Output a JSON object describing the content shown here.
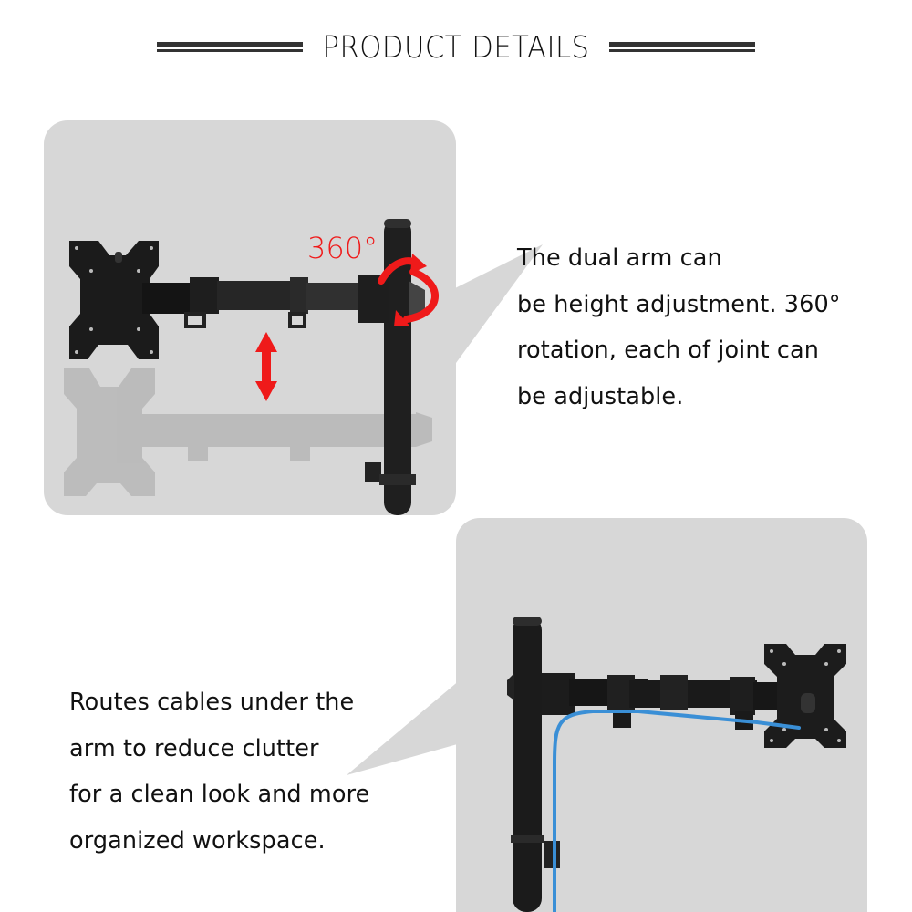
{
  "header": {
    "title": "PRODUCT DETAILS"
  },
  "section_1": {
    "image_label": "monitor-arm-height-and-rotation",
    "rotation_badge": "360°",
    "description_lines": [
      "The dual arm can",
      "be height adjustment. 360°",
      "rotation, each of joint can",
      "be adjustable."
    ]
  },
  "section_2": {
    "image_label": "monitor-arm-cable-management",
    "description_lines": [
      "Routes cables under the",
      "arm to reduce clutter",
      "for a clean look and more",
      "organized workspace."
    ]
  },
  "colors": {
    "panel_bg": "#d7d7d7",
    "accent_red": "#ef1a1a",
    "cable_blue": "#3a8fd6",
    "metal_black": "#1c1c1c",
    "rule_dark": "#333333"
  }
}
